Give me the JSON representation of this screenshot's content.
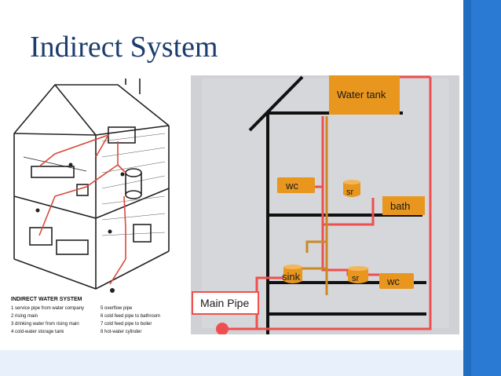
{
  "slide": {
    "title": "Indirect System",
    "accent_color": "#1f6cc0",
    "title_color": "#1d3d6e"
  },
  "sketch": {
    "legend_title": "INDIRECT WATER SYSTEM",
    "legend_items": [
      "1 service pipe from water company",
      "2 rising main",
      "3 drinking water from rising main",
      "4 cold-water storage tank",
      "5 overflow pipe",
      "6 cold feed pipe to bathroom",
      "7 cold feed pipe to boiler",
      "8 hot-water cylinder"
    ]
  },
  "diagram": {
    "labels": {
      "water_tank": "Water tank",
      "wc_upper": "wc",
      "sr_upper": "sr",
      "bath": "bath",
      "sink": "sink",
      "sr_lower": "sr",
      "wc_lower": "wc",
      "main_pipe": "Main Pipe"
    },
    "colors": {
      "fixture_fill": "#e8961e",
      "cold_pipe": "#ef4f4f",
      "feed_pipe": "#c98a24"
    }
  }
}
